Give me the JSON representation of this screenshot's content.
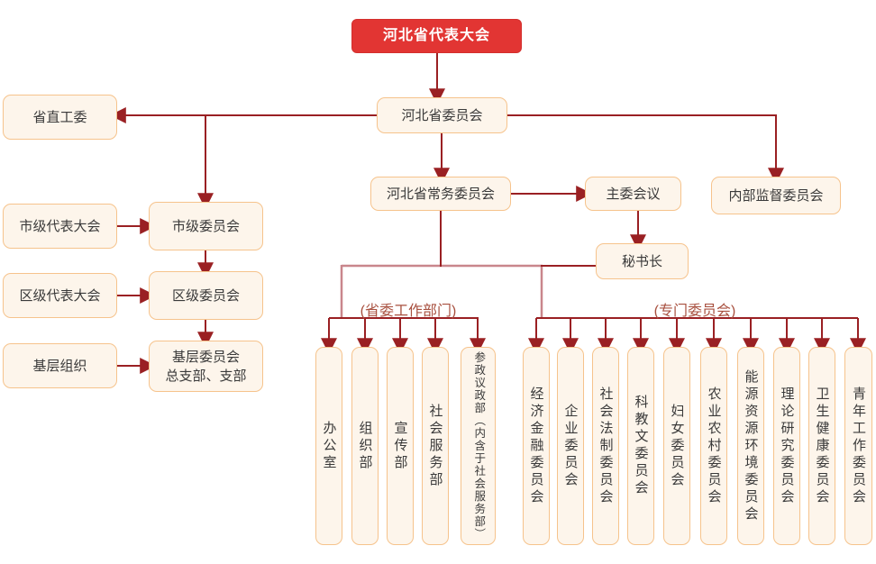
{
  "colors": {
    "root_bg": "#e23533",
    "root_text": "#ffffff",
    "box_bg": "#fdf5eb",
    "box_border": "#f6c38c",
    "box_text": "#3a3a3a",
    "line_dark_red": "#9a2023",
    "line_rose": "#c9868c",
    "group_label_text": "#a8503f"
  },
  "nodes": {
    "root": "河北省代表大会",
    "provincial_committee": "河北省委员会",
    "provincial_direct": "省直工委",
    "standing_committee": "河北省常务委员会",
    "chief_meeting": "主委会议",
    "internal_supervision": "内部监督委员会",
    "secretary_general": "秘书长",
    "city_congress": "市级代表大会",
    "city_committee": "市级委员会",
    "district_congress": "区级代表大会",
    "district_committee": "区级委员会",
    "grassroots_org": "基层组织",
    "grassroots_committee": "基层委员会\n总支部、支部"
  },
  "groups": {
    "departments": {
      "label": "(省委工作部门)",
      "items": [
        "办公室",
        "组织部",
        "宣传部",
        "社会服务部",
        "参政议政部（内含于社会服务部）"
      ]
    },
    "committees": {
      "label": "(专门委员会)",
      "items": [
        "经济金融委员会",
        "企业委员会",
        "社会法制委员会",
        "科教文委员会",
        "妇女委员会",
        "农业农村委员会",
        "能源资源环境委员会",
        "理论研究委员会",
        "卫生健康委员会",
        "青年工作委员会"
      ]
    }
  }
}
